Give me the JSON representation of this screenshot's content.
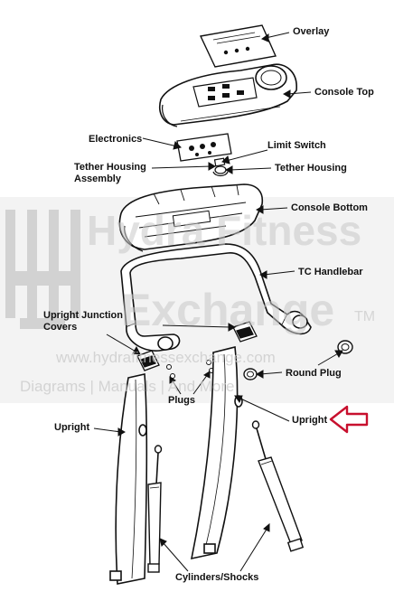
{
  "labels": {
    "overlay": "Overlay",
    "console_top": "Console Top",
    "electronics": "Electronics",
    "limit_switch": "Limit Switch",
    "tether_housing_assembly_1": "Tether Housing",
    "tether_housing_assembly_2": "Assembly",
    "tether_housing": "Tether Housing",
    "console_bottom": "Console Bottom",
    "tc_handlebar": "TC Handlebar",
    "upright_junction_covers_1": "Upright Junction",
    "upright_junction_covers_2": "Covers",
    "round_plug": "Round Plug",
    "plugs": "Plugs",
    "upright_left": "Upright",
    "upright_right": "Upright",
    "cylinders_shocks": "Cylinders/Shocks"
  },
  "watermark": {
    "line1": "Hydra Fitness",
    "line2": "Exchange",
    "tm": "TM",
    "url": "www.hydrafitnessexchange.com",
    "tagline": "Diagrams | Manuals | And More"
  },
  "colors": {
    "ink": "#111111",
    "callout_arrow": "#c8102e",
    "watermark": "#cfcfcf",
    "watermark_band": "#ececec"
  }
}
